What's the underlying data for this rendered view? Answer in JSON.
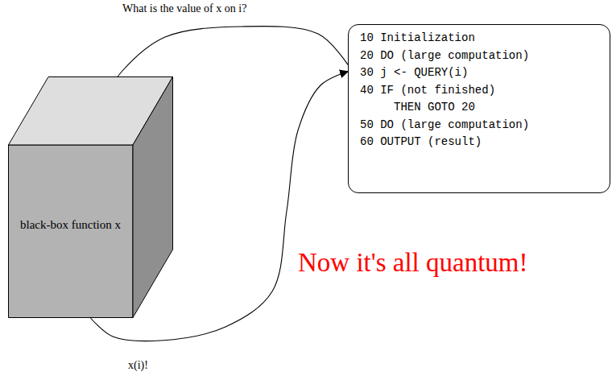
{
  "diagram": {
    "nodes": [
      {
        "text": [
          "black-box function x"
        ]
      },
      {
        "text": [
          "10 Initialization",
          "20 DO (large computation)",
          "30 j <- QUERY(i)",
          "40 IF (not finished)",
          "THEN GOTO 20",
          "50 DO (large computation)",
          "60 OUTPUT (result)"
        ]
      }
    ],
    "edges": [
      {
        "from": 1,
        "to": 0,
        "arrow": "to",
        "label": "What is the value of x on i?"
      },
      {
        "from": 0,
        "to": 1,
        "arrow": "to",
        "label": "x(i)!"
      }
    ],
    "labels": [
      "Now it's all quantum!"
    ]
  }
}
